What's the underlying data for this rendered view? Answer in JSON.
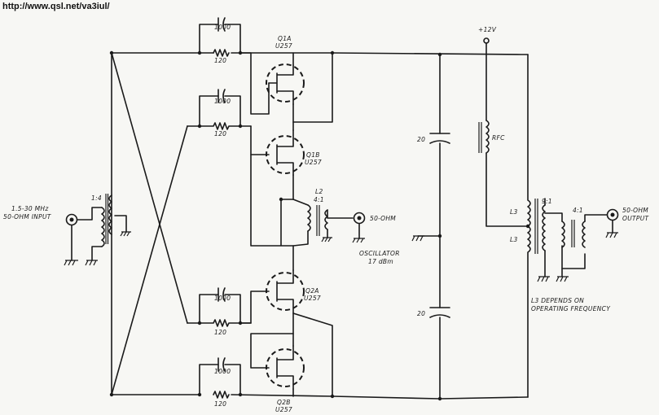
{
  "header": {
    "url": "http://www.qsl.net/va3iul/"
  },
  "labels": {
    "input": "1.5-30 MHz",
    "input2": "50-OHM INPUT",
    "t1_ratio": "1:4",
    "c_top": "1000",
    "r_top": "120",
    "c_upper": "1000",
    "r_upper": "120",
    "c_lower": "1000",
    "r_lower": "120",
    "c_bot": "1000",
    "r_bot": "120",
    "q1a": "Q1A",
    "q1a_type": "U257",
    "q1b": "Q1B",
    "q1b_type": "U257",
    "q2a": "Q2A",
    "q2a_type": "U257",
    "q2b": "Q2B",
    "q2b_type": "U257",
    "l2": "L2",
    "l2_ratio": "4:1",
    "osc_ohm": "50-OHM",
    "osc": "OSCILLATOR",
    "osc_level": "17 dBm",
    "c20_top": "20",
    "c20_bot": "20",
    "v12": "+12V",
    "rfc": "RFC",
    "l3_top": "L3",
    "l3_bot": "L3",
    "t3_ratio": "9:1",
    "t4_ratio": "4:1",
    "out": "50-OHM",
    "out2": "OUTPUT",
    "note1": "L3 DEPENDS ON",
    "note2": "OPERATING FREQUENCY"
  }
}
